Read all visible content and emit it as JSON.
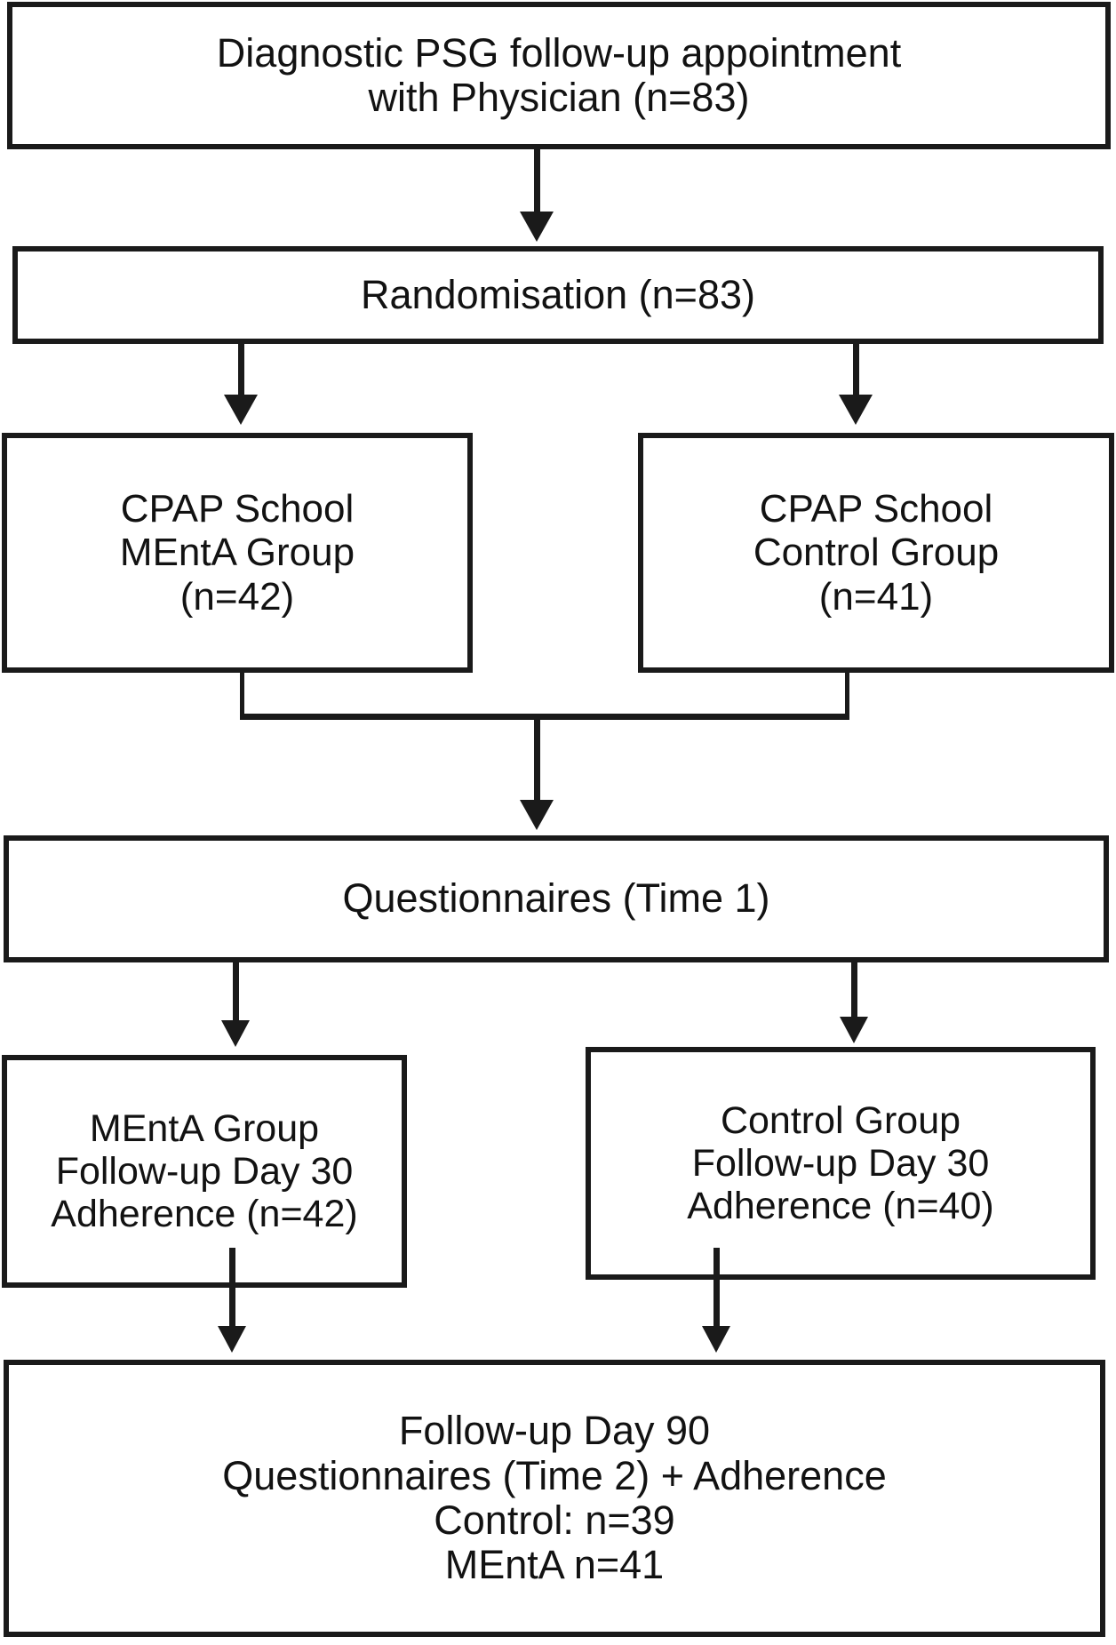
{
  "diagram": {
    "type": "flowchart",
    "title": "CPAP School MEntA randomised trial participant flow",
    "orientation": "top-to-bottom",
    "colors": {
      "stroke": "#1a1a1a",
      "background": "#ffffff",
      "text": "#121212"
    },
    "nodes": [
      {
        "id": "psg-followup",
        "lines": [
          "Diagnostic PSG follow-up appointment",
          "with Physician (n=83)"
        ],
        "n": 83
      },
      {
        "id": "randomisation",
        "lines": [
          "Randomisation (n=83)"
        ],
        "n": 83
      },
      {
        "id": "cpap-school-menta",
        "lines": [
          "CPAP School",
          "MEntA Group",
          "(n=42)"
        ],
        "n": 42
      },
      {
        "id": "cpap-school-control",
        "lines": [
          "CPAP School",
          "Control Group",
          "(n=41)"
        ],
        "n": 41
      },
      {
        "id": "questionnaires-time1",
        "lines": [
          "Questionnaires (Time 1)"
        ]
      },
      {
        "id": "menta-followup-day30",
        "lines": [
          "MEntA Group",
          "Follow-up Day 30",
          "Adherence (n=42)"
        ],
        "n": 42
      },
      {
        "id": "control-followup-day30",
        "lines": [
          "Control Group",
          "Follow-up Day 30",
          "Adherence (n=40)"
        ],
        "n": 40
      },
      {
        "id": "followup-day90",
        "lines": [
          "Follow-up Day 90",
          "Questionnaires (Time 2) + Adherence",
          "Control: n=39",
          "MEntA n=41"
        ],
        "control_n": 39,
        "menta_n": 41
      }
    ],
    "edges": [
      {
        "from": "psg-followup",
        "to": "randomisation",
        "style": "arrow"
      },
      {
        "from": "randomisation",
        "to": "cpap-school-menta",
        "style": "arrow"
      },
      {
        "from": "randomisation",
        "to": "cpap-school-control",
        "style": "arrow"
      },
      {
        "from": "cpap-school-menta",
        "to": "questionnaires-time1",
        "style": "merge-arrow"
      },
      {
        "from": "cpap-school-control",
        "to": "questionnaires-time1",
        "style": "merge-arrow"
      },
      {
        "from": "questionnaires-time1",
        "to": "menta-followup-day30",
        "style": "arrow"
      },
      {
        "from": "questionnaires-time1",
        "to": "control-followup-day30",
        "style": "arrow"
      },
      {
        "from": "menta-followup-day30",
        "to": "followup-day90",
        "style": "arrow"
      },
      {
        "from": "control-followup-day30",
        "to": "followup-day90",
        "style": "arrow"
      }
    ]
  }
}
